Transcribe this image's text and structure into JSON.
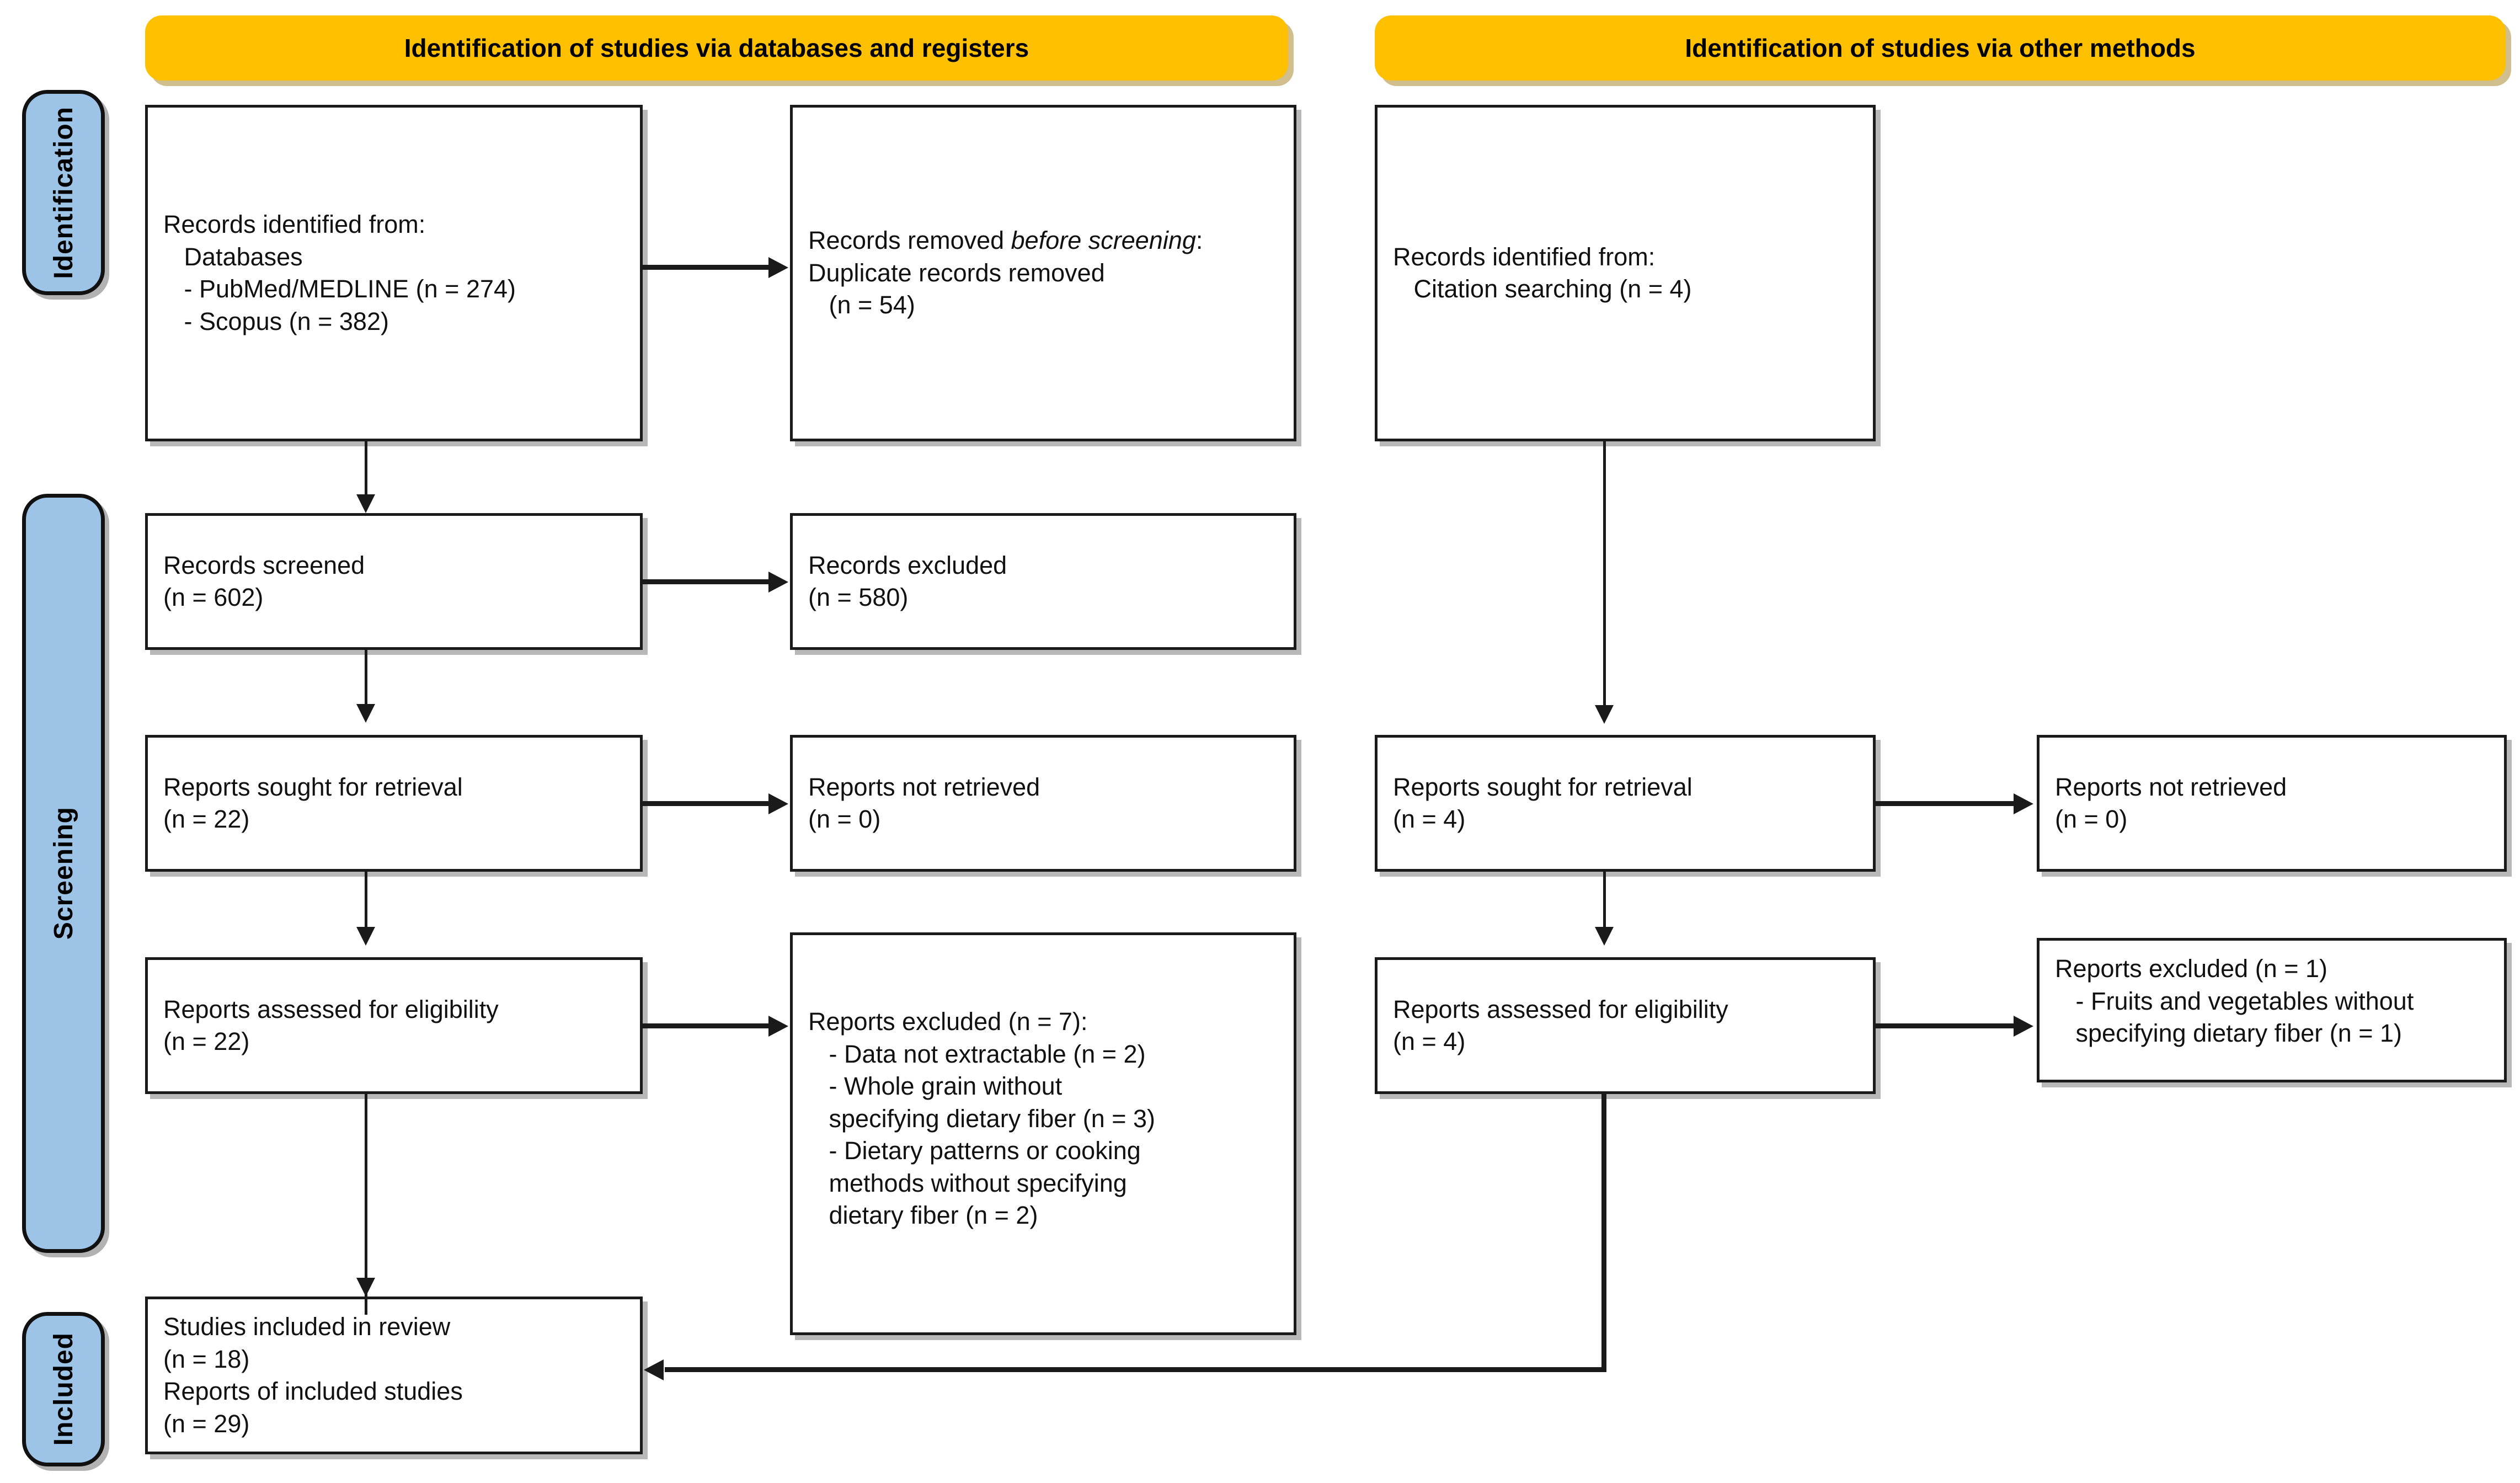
{
  "diagram": {
    "title": "PRISMA 2020 flow diagram",
    "colors": {
      "banner": "#FFC000",
      "phase_bar": "#9DC3E6",
      "box_border": "#1A1A1A",
      "background": "#FFFFFF"
    }
  },
  "phases": [
    {
      "id": "identification",
      "label": "Identification"
    },
    {
      "id": "screening",
      "label": "Screening"
    },
    {
      "id": "included",
      "label": "Included"
    }
  ],
  "banners": {
    "left": "Identification of studies via databases and registers",
    "right": "Identification of studies via other methods"
  },
  "left_column": {
    "identified": {
      "lines": [
        "Records identified from:",
        "   Databases",
        "   - PubMed/MEDLINE (n = 274)",
        "   - Scopus (n = 382)"
      ],
      "sources": [
        {
          "name": "PubMed/MEDLINE",
          "n": 274
        },
        {
          "name": "Scopus",
          "n": 382
        }
      ]
    },
    "removed": {
      "title_prefix": "Records removed ",
      "title_italic": "before screening",
      "title_suffix": ":",
      "detail": "   Duplicate records removed\n   (n = 54)",
      "n": 54
    },
    "screened": {
      "lines": [
        "Records screened",
        "(n = 602)"
      ],
      "n": 602
    },
    "excluded": {
      "lines": [
        "Records excluded",
        "(n = 580)"
      ],
      "n": 580
    },
    "sought": {
      "lines": [
        "Reports sought for retrieval",
        "(n = 22)"
      ],
      "n": 22
    },
    "not_retrieved": {
      "lines": [
        "Reports not retrieved",
        "(n = 0)"
      ],
      "n": 0
    },
    "assessed": {
      "lines": [
        "Reports assessed for eligibility",
        "(n = 22)"
      ],
      "n": 22
    },
    "reports_excluded": {
      "lines": [
        "Reports excluded (n = 7):",
        "   - Data not extractable (n = 2)",
        "   - Whole grain without",
        "   specifying dietary fiber (n = 3)",
        "   - Dietary patterns or cooking",
        "   methods without specifying",
        "   dietary fiber (n = 2)"
      ],
      "total": 7,
      "reasons": [
        {
          "reason": "Data not extractable",
          "n": 2
        },
        {
          "reason": "Whole grain without specifying dietary fiber",
          "n": 3
        },
        {
          "reason": "Dietary patterns or cooking methods without specifying dietary fiber",
          "n": 2
        }
      ]
    },
    "included": {
      "lines": [
        "Studies included in review",
        "(n = 18)",
        "Reports of included studies",
        "(n = 29)"
      ],
      "studies_n": 18,
      "reports_n": 29
    }
  },
  "right_column": {
    "identified": {
      "lines": [
        "Records identified from:",
        "   Citation searching (n = 4)"
      ],
      "sources": [
        {
          "name": "Citation searching",
          "n": 4
        }
      ]
    },
    "sought": {
      "lines": [
        "Reports sought for retrieval",
        "(n = 4)"
      ],
      "n": 4
    },
    "not_retrieved": {
      "lines": [
        "Reports not retrieved",
        "(n = 0)"
      ],
      "n": 0
    },
    "assessed": {
      "lines": [
        "Reports assessed for eligibility",
        "(n = 4)"
      ],
      "n": 4
    },
    "reports_excluded": {
      "lines": [
        "Reports excluded (n = 1)",
        "   - Fruits and vegetables without",
        "   specifying dietary fiber (n = 1)"
      ],
      "total": 1,
      "reasons": [
        {
          "reason": "Fruits and vegetables without specifying dietary fiber",
          "n": 1
        }
      ]
    }
  }
}
